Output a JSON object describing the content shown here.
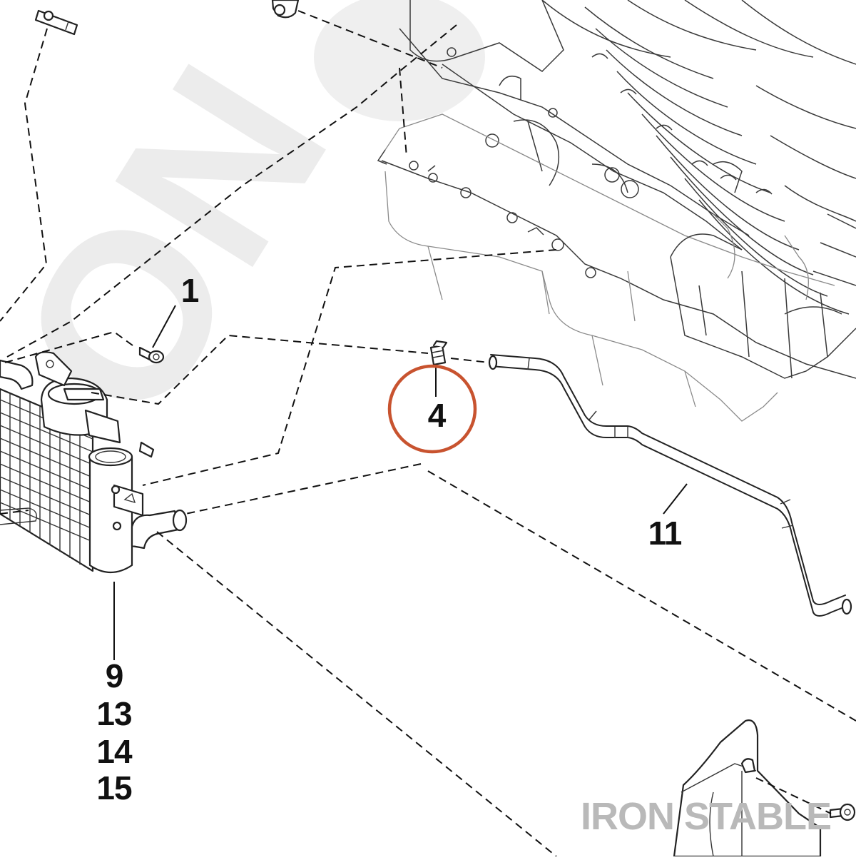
{
  "callouts": {
    "c1": "1",
    "c4": "4",
    "c11": "11",
    "c9": "9",
    "c13": "13",
    "c14": "14",
    "c15": "15"
  },
  "highlight": {
    "part": "4",
    "color": "#c8532f"
  },
  "watermark": {
    "brand": "IRON STABLE"
  }
}
